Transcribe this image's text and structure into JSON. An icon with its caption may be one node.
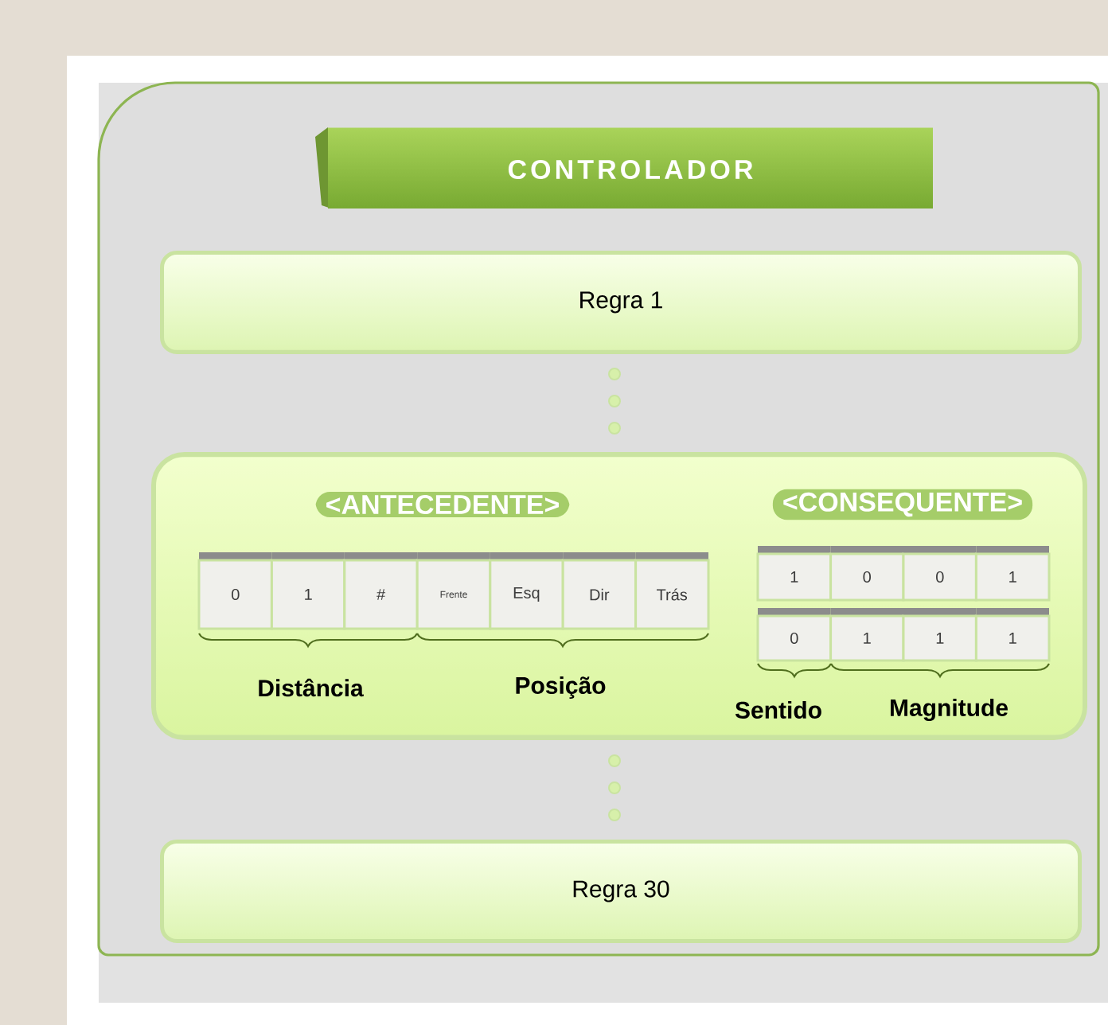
{
  "diagram": {
    "nodes": [
      {
        "text": [],
        "shape": "box"
      },
      {
        "text": [
          "CONTROLADOR"
        ],
        "in": 0
      },
      {
        "text": [
          "Regra 1"
        ],
        "in": 0
      },
      {
        "text": [
          "<ANTECEDENTE>",
          "<CONSEQUENTE>"
        ],
        "in": 0
      },
      {
        "text": [
          "0"
        ],
        "in": 3
      },
      {
        "text": [
          "1"
        ],
        "in": 3
      },
      {
        "text": [
          "#"
        ],
        "in": 3
      },
      {
        "text": [
          "Frente"
        ],
        "in": 3
      },
      {
        "text": [
          "Esq"
        ],
        "in": 3
      },
      {
        "text": [
          "Dir"
        ],
        "in": 3
      },
      {
        "text": [
          "Trás"
        ],
        "in": 3
      },
      {
        "text": [
          "1"
        ],
        "in": 3
      },
      {
        "text": [
          "0"
        ],
        "in": 3
      },
      {
        "text": [
          "0"
        ],
        "in": 3
      },
      {
        "text": [
          "1"
        ],
        "in": 3
      },
      {
        "text": [
          "0"
        ],
        "in": 3
      },
      {
        "text": [
          "1"
        ],
        "in": 3
      },
      {
        "text": [
          "1"
        ],
        "in": 3
      },
      {
        "text": [
          "1"
        ],
        "in": 3
      },
      {
        "text": [
          "Regra 30"
        ],
        "in": 0
      }
    ],
    "edges": [],
    "labels": [
      "Distância",
      "Posição",
      "Sentido",
      "Magnitude"
    ]
  }
}
